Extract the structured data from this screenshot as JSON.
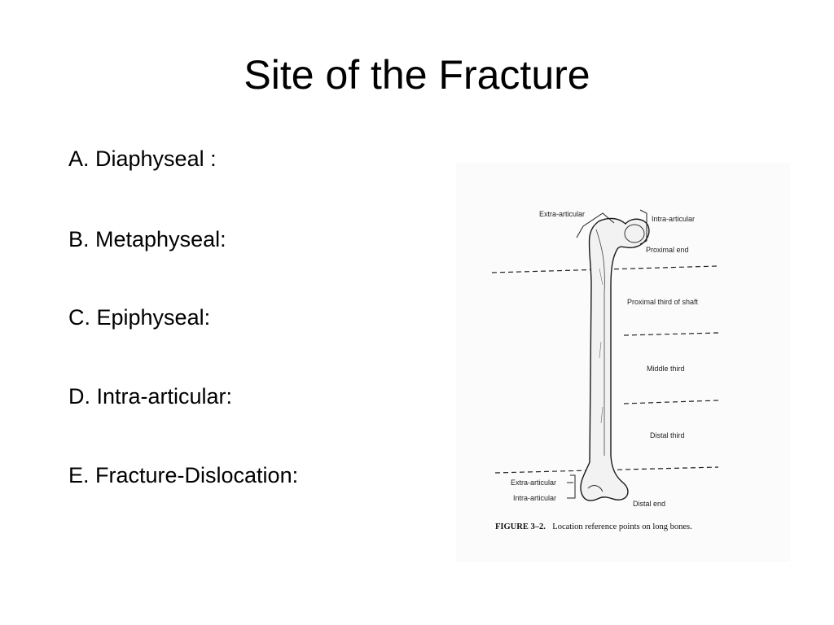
{
  "slide": {
    "title": "Site of the Fracture",
    "items": [
      "A.  Diaphyseal :",
      "B.  Metaphyseal:",
      "C.  Epiphyseal:",
      "D.  Intra-articular:",
      "E.  Fracture-Dislocation:"
    ]
  },
  "figure": {
    "labels": {
      "extra_articular_top": "Extra-articular",
      "intra_articular_top": "Intra-articular",
      "proximal_end": "Proximal end",
      "proximal_third": "Proximal third of shaft",
      "middle_third": "Middle third",
      "distal_third": "Distal third",
      "extra_articular_bottom": "Extra-articular",
      "intra_articular_bottom": "Intra-articular",
      "distal_end": "Distal end"
    },
    "caption_bold": "FIGURE 3–2.",
    "caption_text": "Location reference points on long bones."
  }
}
